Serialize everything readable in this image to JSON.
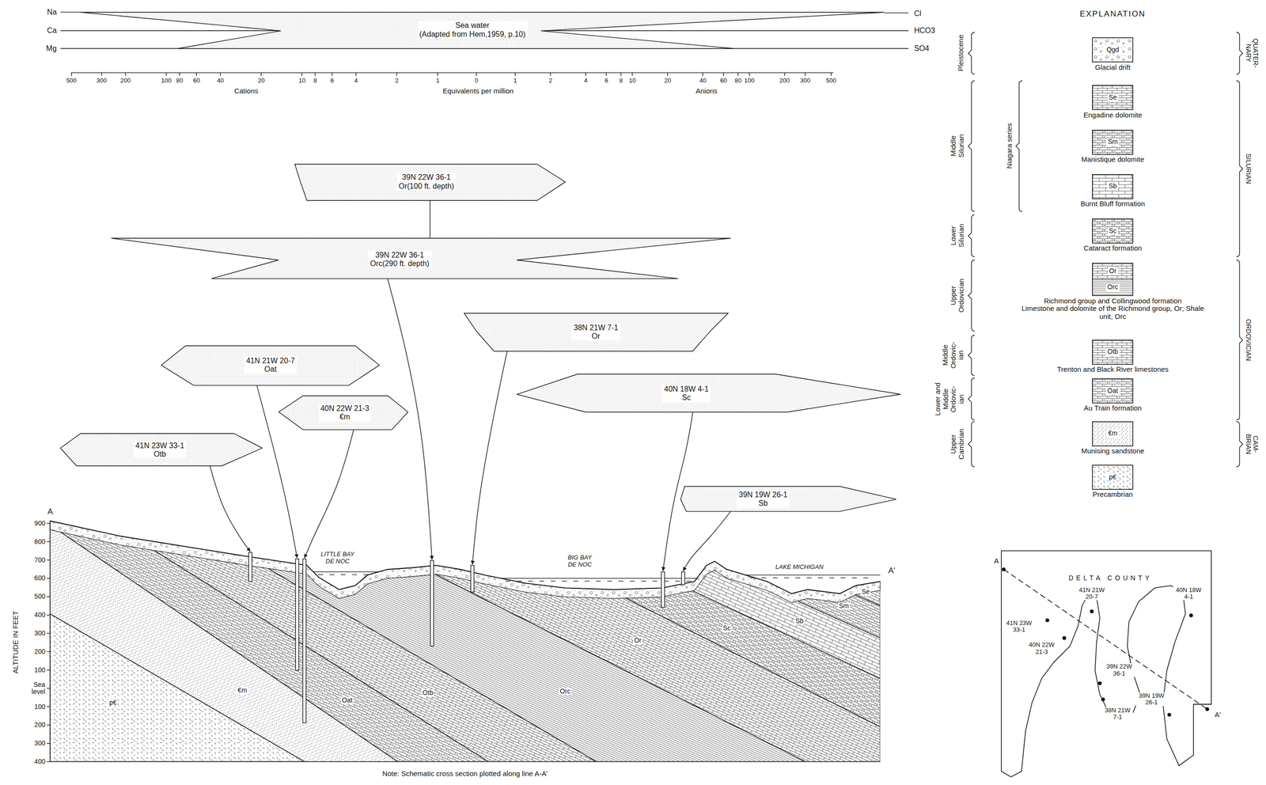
{
  "diagram": {
    "nodes": [
      {
        "text": [
          "Sea water",
          "(Adapted from Hem,1959, p.10)"
        ]
      },
      {
        "text": [
          "39N 22W 36-1",
          "Or(100 ft. depth)"
        ]
      },
      {
        "text": [
          "39N 22W 36-1",
          "Orc(290 ft. depth)"
        ]
      },
      {
        "text": [
          "38N 21W 7-1",
          "Or"
        ]
      },
      {
        "text": [
          "41N 21W 20-7",
          "Oat"
        ]
      },
      {
        "text": [
          "40N 18W 4-1",
          "Sc"
        ]
      },
      {
        "text": [
          "40N 22W 21-3",
          "€m"
        ]
      },
      {
        "text": [
          "41N 23W 33-1",
          "Otb"
        ]
      },
      {
        "text": [
          "39N 19W 26-1",
          "Sb"
        ]
      },
      {
        "text": [
          "Qgd",
          "Glacial drift"
        ]
      },
      {
        "text": [
          "Se",
          "Engadine dolomite"
        ]
      },
      {
        "text": [
          "Sm",
          "Manistique dolomite"
        ]
      },
      {
        "text": [
          "Sb",
          "Burnt Bluff formation"
        ]
      },
      {
        "text": [
          "Sc",
          "Cataract formation"
        ]
      },
      {
        "text": [
          "Or",
          "Orc",
          "Richmond group and Collingwood formation",
          "Limestone and dolomite of the Richmond group, Or; Shale unit, Orc"
        ]
      },
      {
        "text": [
          "Otb",
          "Trenton and Black River limestones"
        ]
      },
      {
        "text": [
          "Oat",
          "Au Train formation"
        ]
      },
      {
        "text": [
          "€m",
          "Munising sandstone"
        ]
      },
      {
        "text": [
          "p€",
          "Precambrian"
        ]
      }
    ],
    "edges": [
      {
        "from": 1,
        "to": 2,
        "arrow": "none"
      }
    ],
    "labels": [
      "Na",
      "Ca",
      "Mg",
      "Cl",
      "HCO3",
      "SO4",
      "500",
      "300",
      "200",
      "100",
      "80",
      "60",
      "40",
      "20",
      "10",
      "8",
      "6",
      "4",
      "2",
      "1",
      "0",
      "1",
      "2",
      "4",
      "6",
      "8",
      "10",
      "20",
      "40",
      "60",
      "80",
      "100",
      "200",
      "300",
      "500",
      "Cations",
      "Equivalents per million",
      "Anions",
      "EXPLANATION",
      "Pleistocene",
      "Middle Silurian",
      "Niagara series",
      "Lower Silurian",
      "Upper Ordovician",
      "Middle Ordovic- ian",
      "Lower and Middle Ordovic- ian",
      "Upper Cambrian",
      "QUATER- NARY",
      "SILURIAN",
      "ORDOVICIAN",
      "CAM- BRIAN",
      "ALTITUDE IN FEET",
      "900",
      "800",
      "700",
      "600",
      "500",
      "400",
      "300",
      "200",
      "100",
      "Sea level",
      "100",
      "200",
      "300",
      "400",
      "A",
      "A'",
      "LITTLE BAY DE NOC",
      "BIG BAY DE NOC",
      "LAKE MICHIGAN",
      "p€",
      "€m",
      "Oat",
      "Otb",
      "Orc",
      "Or",
      "Sc",
      "Sb",
      "Sm",
      "Se",
      "Note: Schematic cross section plotted along line A-A'",
      "DELTA COUNTY",
      "A",
      "A'",
      "41N 23W 33-1",
      "41N 21W 20-7",
      "40N 18W 4-1",
      "40N 22W 21-3",
      "39N 22W 36-1",
      "39N 19W 26-1",
      "38N 21W 7-1"
    ]
  }
}
